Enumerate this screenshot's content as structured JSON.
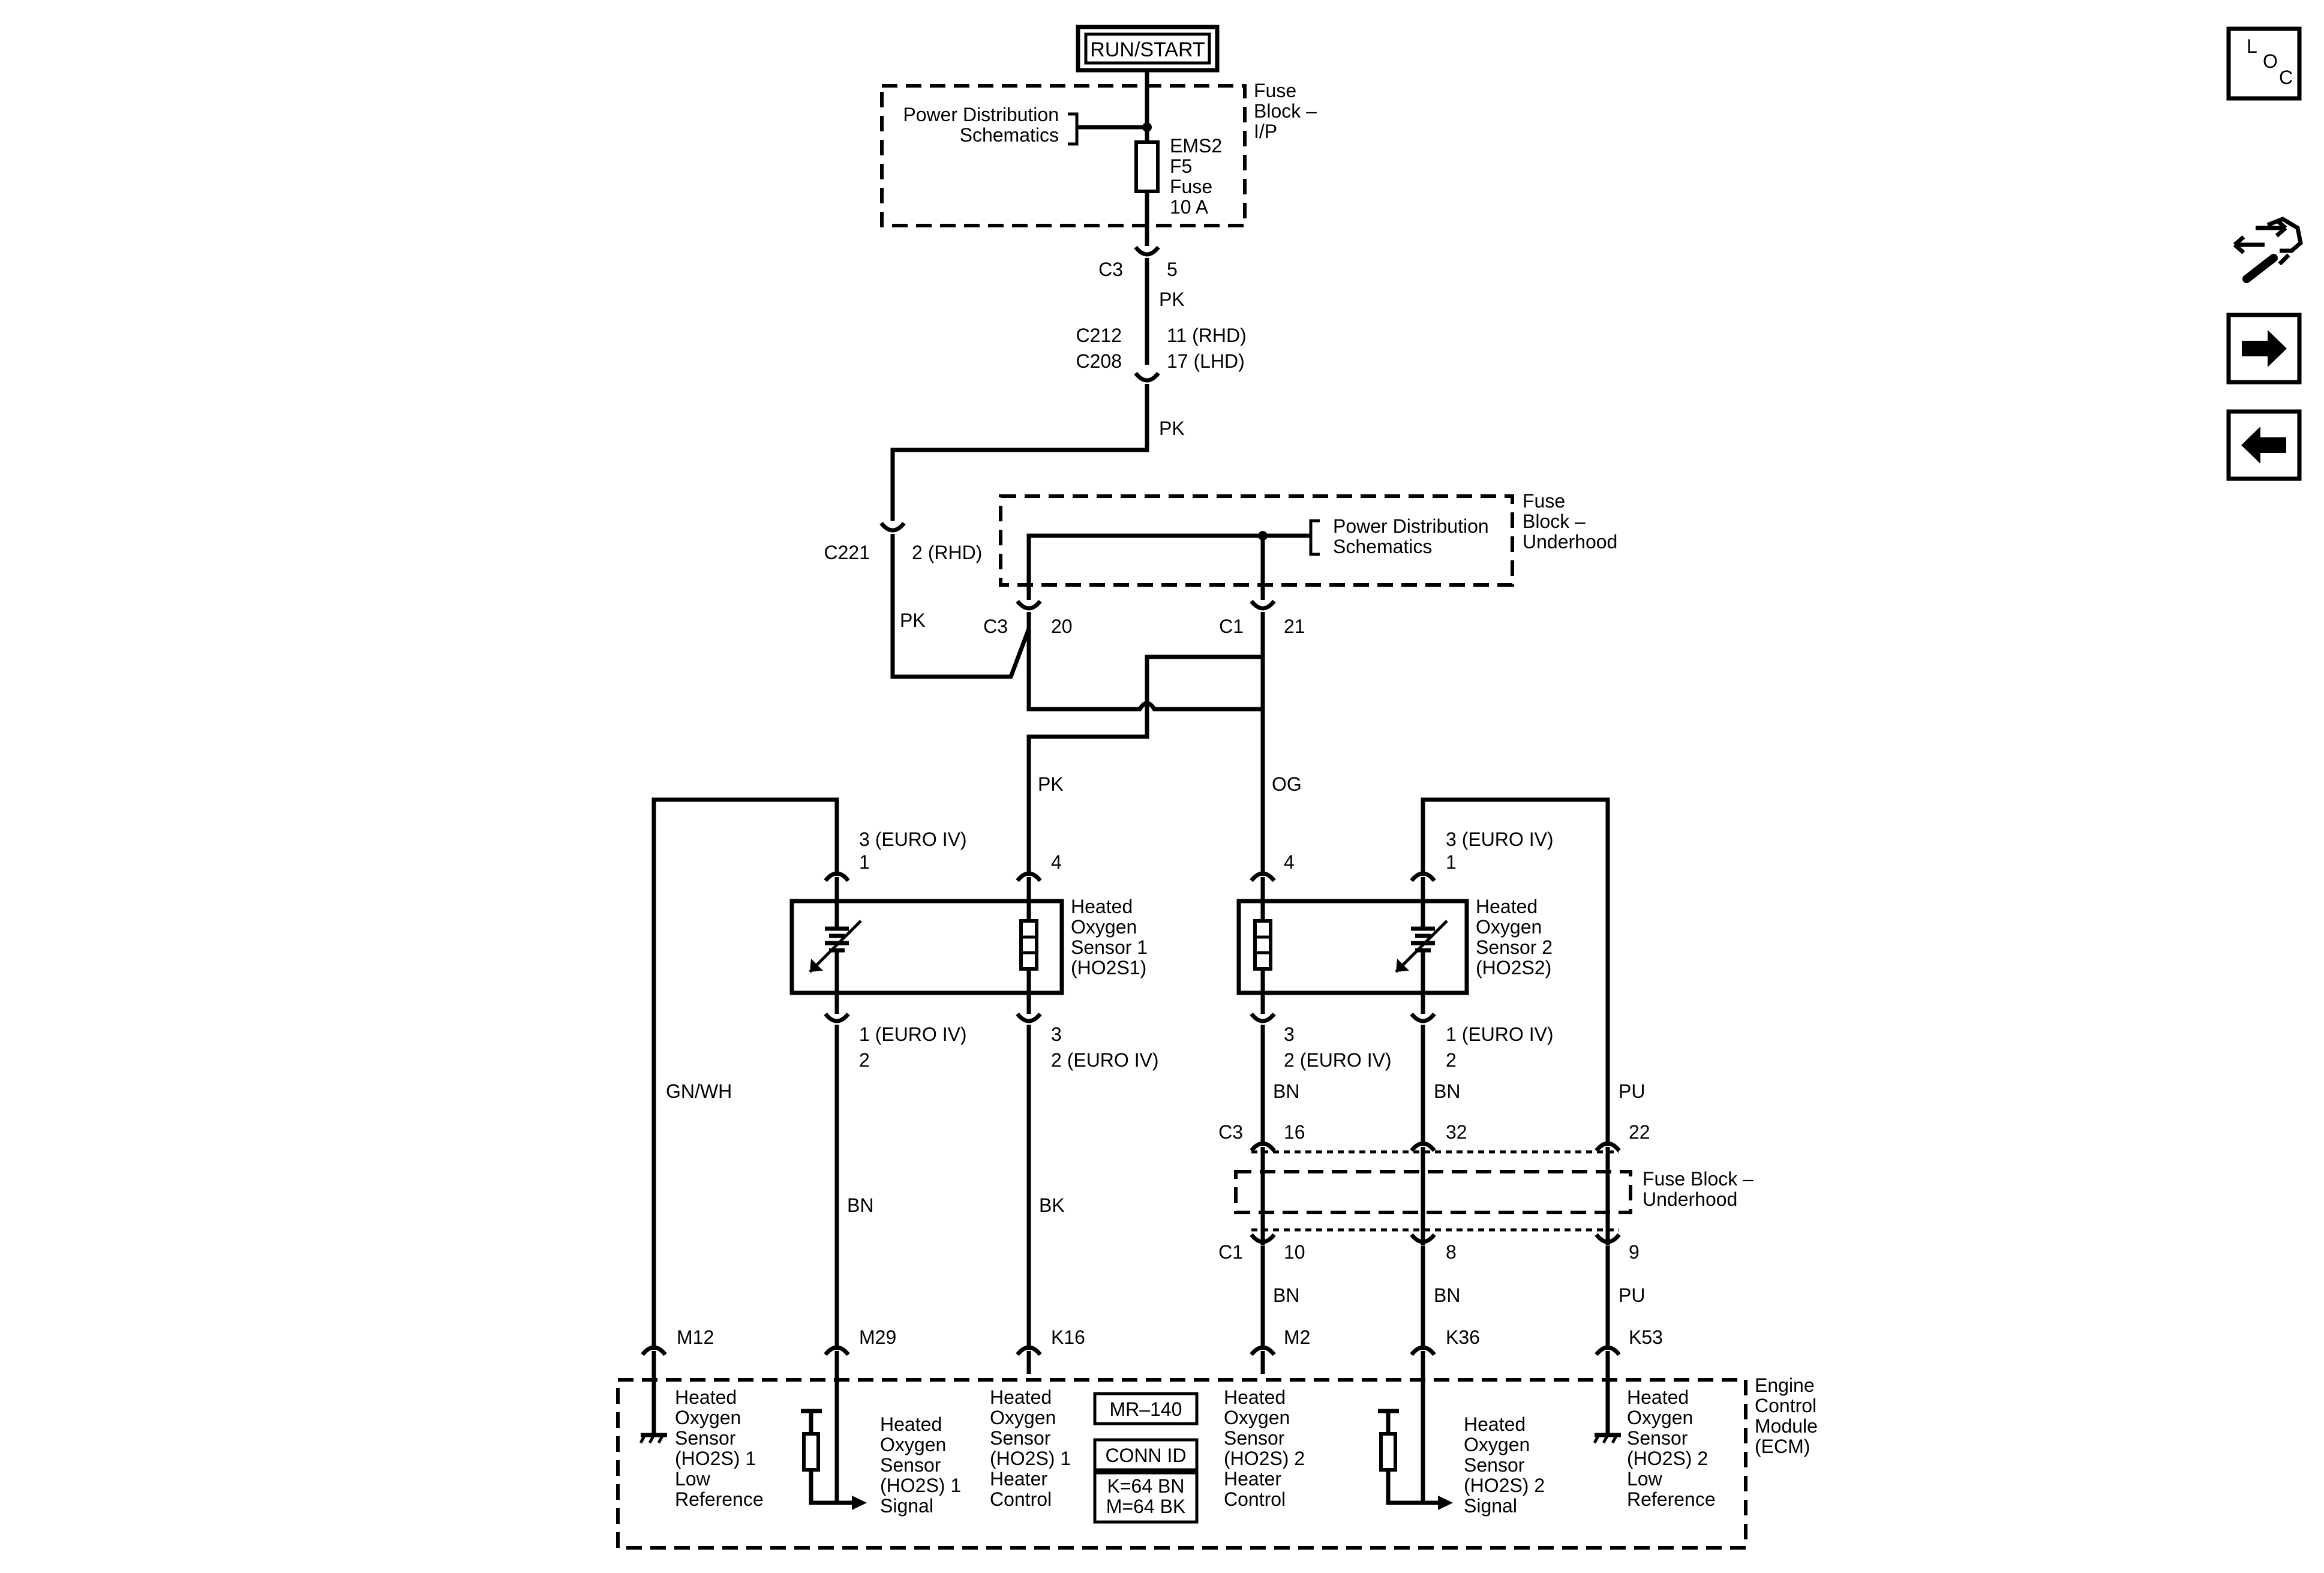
{
  "power_source": "RUN/START",
  "fuse_block_ip": {
    "label": [
      "Fuse",
      "Block –",
      "I/P"
    ],
    "pds": [
      "Power Distribution",
      "Schematics"
    ],
    "fuse": [
      "EMS2",
      "F5",
      "Fuse",
      "10 A"
    ]
  },
  "connectors": {
    "c3_top": "C3",
    "c3_top_pin": "5",
    "c212": "C212",
    "c212_pin": "11 (RHD)",
    "c208": "C208",
    "c208_pin": "17 (LHD)",
    "c221": "C221",
    "c221_pin": "2 (RHD)",
    "uh_c3": "C3",
    "uh_c3_pin": "20",
    "uh_c1": "C1",
    "uh_c1_pin": "21",
    "c3_lower": "C3",
    "c3_p16": "16",
    "c3_p32": "32",
    "c3_p22": "22",
    "c1_lower": "C1",
    "c1_p10": "10",
    "c1_p8": "8",
    "c1_p9": "9"
  },
  "fuse_block_uh": {
    "label": [
      "Fuse",
      "Block –",
      "Underhood"
    ],
    "pds": [
      "Power Distribution",
      "Schematics"
    ],
    "label2": [
      "Fuse Block –",
      "Underhood"
    ]
  },
  "wires": {
    "pk1": "PK",
    "pk2": "PK",
    "pk3": "PK",
    "pk4": "PK",
    "og": "OG",
    "gnwh": "GN/WH",
    "bn1": "BN",
    "bk": "BK",
    "bn2": "BN",
    "bn3": "BN",
    "pu1": "PU",
    "bn4": "BN",
    "bn5": "BN",
    "pu2": "PU"
  },
  "sensor1": {
    "label": [
      "Heated",
      "Oxygen",
      "Sensor 1",
      "(HO2S1)"
    ],
    "pin_a_top": [
      "3 (EURO IV)",
      "1"
    ],
    "pin_b_top": "4",
    "pin_a_bot": [
      "1 (EURO IV)",
      "2"
    ],
    "pin_b_bot": [
      "3",
      "2 (EURO IV)"
    ]
  },
  "sensor2": {
    "label": [
      "Heated",
      "Oxygen",
      "Sensor 2",
      "(HO2S2)"
    ],
    "pin_a_top": "4",
    "pin_b_top": [
      "3 (EURO IV)",
      "1"
    ],
    "pin_a_bot": [
      "3",
      "2 (EURO IV)"
    ],
    "pin_b_bot": [
      "1 (EURO IV)",
      "2"
    ]
  },
  "ecm": {
    "label": [
      "Engine",
      "Control",
      "Module",
      "(ECM)"
    ],
    "pins": [
      "M12",
      "M29",
      "K16",
      "M2",
      "K36",
      "K53"
    ],
    "f1": [
      "Heated",
      "Oxygen",
      "Sensor",
      "(HO2S) 1",
      "Low",
      "Reference"
    ],
    "f2": [
      "Heated",
      "Oxygen",
      "Sensor",
      "(HO2S) 1",
      "Signal"
    ],
    "f3": [
      "Heated",
      "Oxygen",
      "Sensor",
      "(HO2S) 1",
      "Heater",
      "Control"
    ],
    "f4": [
      "Heated",
      "Oxygen",
      "Sensor",
      "(HO2S) 2",
      "Heater",
      "Control"
    ],
    "f5": [
      "Heated",
      "Oxygen",
      "Sensor",
      "(HO2S) 2",
      "Signal"
    ],
    "f6": [
      "Heated",
      "Oxygen",
      "Sensor",
      "(HO2S) 2",
      "Low",
      "Reference"
    ],
    "ref": "MR–140",
    "conn_id": "CONN ID",
    "conn_lines": [
      "K=64 BN",
      "M=64 BK"
    ]
  },
  "nav": {
    "loc": [
      "L",
      "O",
      "C"
    ],
    "icons": [
      "diagnostic-tool-icon",
      "arrow-right-icon",
      "arrow-left-icon"
    ]
  }
}
